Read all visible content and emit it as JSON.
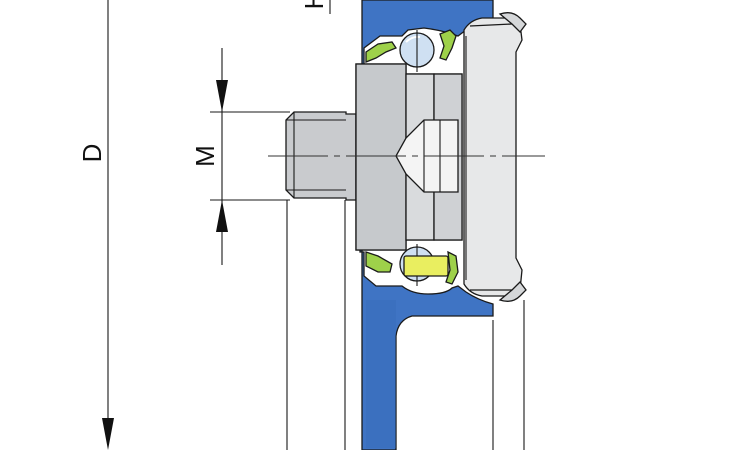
{
  "labels": {
    "diameter": "D",
    "thread": "M",
    "height": "H"
  },
  "colors": {
    "housing": "#3f74c4",
    "housing_edge": "#1e3f7a",
    "steel": "#d4d6d8",
    "steel_dark": "#b3b6b9",
    "cap": "#e7e8e9",
    "ball": "#cfe0f2",
    "seal": "#9ed14a",
    "cage": "#e9ee60",
    "line": "#1a1a1a"
  }
}
